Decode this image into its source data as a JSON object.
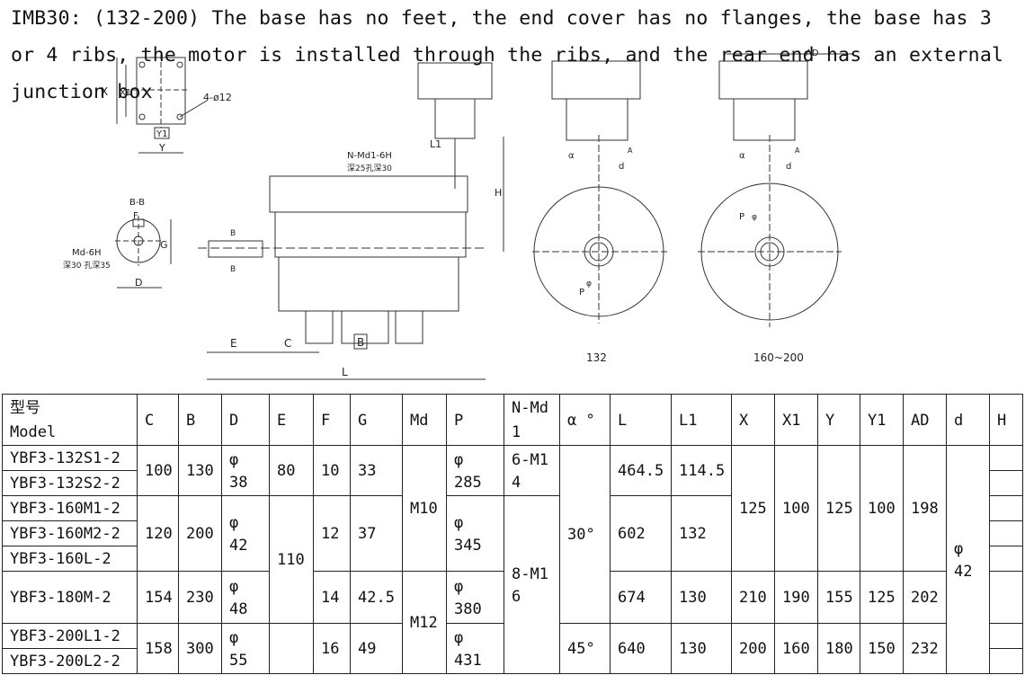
{
  "heading": "IMB30: (132-200) The base has no feet, the end cover has no flanges, the base has 3 or 4 ribs, the motor is installed through the ribs, and the rear end has an external junction box",
  "drawing": {
    "top_view_labels": [
      "X",
      "X1",
      "Y1",
      "Y",
      "4-ø12"
    ],
    "section_labels": [
      "B-B",
      "F",
      "Md-6H",
      "深30 孔深35",
      "G",
      "D"
    ],
    "side_view_labels": [
      "N-Md1-6H",
      "深25孔深30",
      "L1",
      "H",
      "B",
      "B",
      "E",
      "C",
      "B",
      "L"
    ],
    "end_view_132_labels": [
      "α",
      "A",
      "d",
      "P",
      "φ",
      "132"
    ],
    "end_view_160_labels": [
      "AD",
      "α",
      "A",
      "d",
      "P",
      "φ",
      "160~200"
    ]
  },
  "table": {
    "headers": [
      "型号\nModel",
      "C",
      "B",
      "D",
      "E",
      "F",
      "G",
      "Md",
      "P",
      "N-Md\n1",
      "α °",
      "L",
      "L1",
      "X",
      "X1",
      "Y",
      "Y1",
      "AD",
      "d",
      "H"
    ],
    "models": [
      "YBF3-132S1-2",
      "YBF3-132S2-2",
      "YBF3-160M1-2",
      "YBF3-160M2-2",
      "YBF3-160L-2",
      "YBF3-180M-2",
      "YBF3-200L1-2",
      "YBF3-200L2-2"
    ],
    "g132": {
      "C": "100",
      "B": "130",
      "D": "φ\n38",
      "E": "80",
      "F": "10",
      "G": "33",
      "P": "φ\n285",
      "N": "6-M1\n4",
      "L": "464.5",
      "L1": "114.5"
    },
    "g160": {
      "C": "120",
      "B": "200",
      "D": "φ\n42",
      "F": "12",
      "G": "37",
      "P": "φ\n345",
      "L": "602",
      "L1": "132"
    },
    "g180": {
      "C": "154",
      "B": "230",
      "D": "φ\n48",
      "F": "14",
      "G": "42.5",
      "P": "φ\n380",
      "L": "674",
      "L1": "130",
      "X": "210",
      "X1": "190",
      "Y": "155",
      "Y1": "125",
      "AD": "202"
    },
    "g200": {
      "C": "158",
      "B": "300",
      "D": "φ\n55",
      "F": "16",
      "G": "49",
      "P": "φ\n431",
      "alpha": "45°",
      "L": "640",
      "L1": "130",
      "X": "200",
      "X1": "160",
      "Y": "180",
      "Y1": "150",
      "AD": "232"
    },
    "shared": {
      "E_160_180": "110",
      "Md_132_160": "M10",
      "Md_180_200": "M12",
      "N_160_200": "8-M1\n6",
      "alpha_132_180": "30°",
      "X_132_160": "125",
      "X1_132_160": "100",
      "Y_132_160": "125",
      "Y1_132_160": "100",
      "AD_132_160": "198",
      "d_all": "φ\n42"
    }
  }
}
